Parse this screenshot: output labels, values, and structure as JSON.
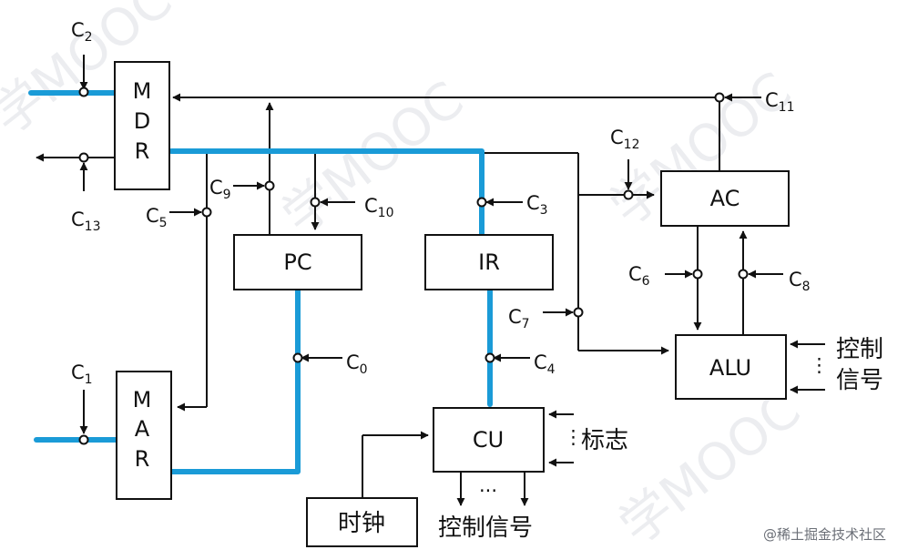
{
  "registers": {
    "mdr": [
      "M",
      "D",
      "R"
    ],
    "mar": [
      "M",
      "A",
      "R"
    ],
    "pc": "PC",
    "ir": "IR",
    "ac": "AC",
    "alu": "ALU",
    "cu": "CU",
    "clock": "时钟"
  },
  "signals": {
    "c0": [
      "C",
      "0"
    ],
    "c1": [
      "C",
      "1"
    ],
    "c2": [
      "C",
      "2"
    ],
    "c3": [
      "C",
      "3"
    ],
    "c4": [
      "C",
      "4"
    ],
    "c5": [
      "C",
      "5"
    ],
    "c6": [
      "C",
      "6"
    ],
    "c7": [
      "C",
      "7"
    ],
    "c8": [
      "C",
      "8"
    ],
    "c9": [
      "C",
      "9"
    ],
    "c10": [
      "C",
      "10"
    ],
    "c11": [
      "C",
      "11"
    ],
    "c12": [
      "C",
      "12"
    ],
    "c13": [
      "C",
      "13"
    ]
  },
  "labels": {
    "control_line1": "控制",
    "control_line2": "信号",
    "flags": "标志",
    "cu_control": "控制信号",
    "cu_dots": "...",
    "vdots": "⋮"
  },
  "watermark": {
    "lines": [
      "学MOOC",
      "学MOOC",
      "学MOOC",
      "学MOOC"
    ],
    "footer": "@稀土掘金技术社区"
  },
  "colors": {
    "highlight": "#1a9bd7",
    "line": "#111111"
  }
}
